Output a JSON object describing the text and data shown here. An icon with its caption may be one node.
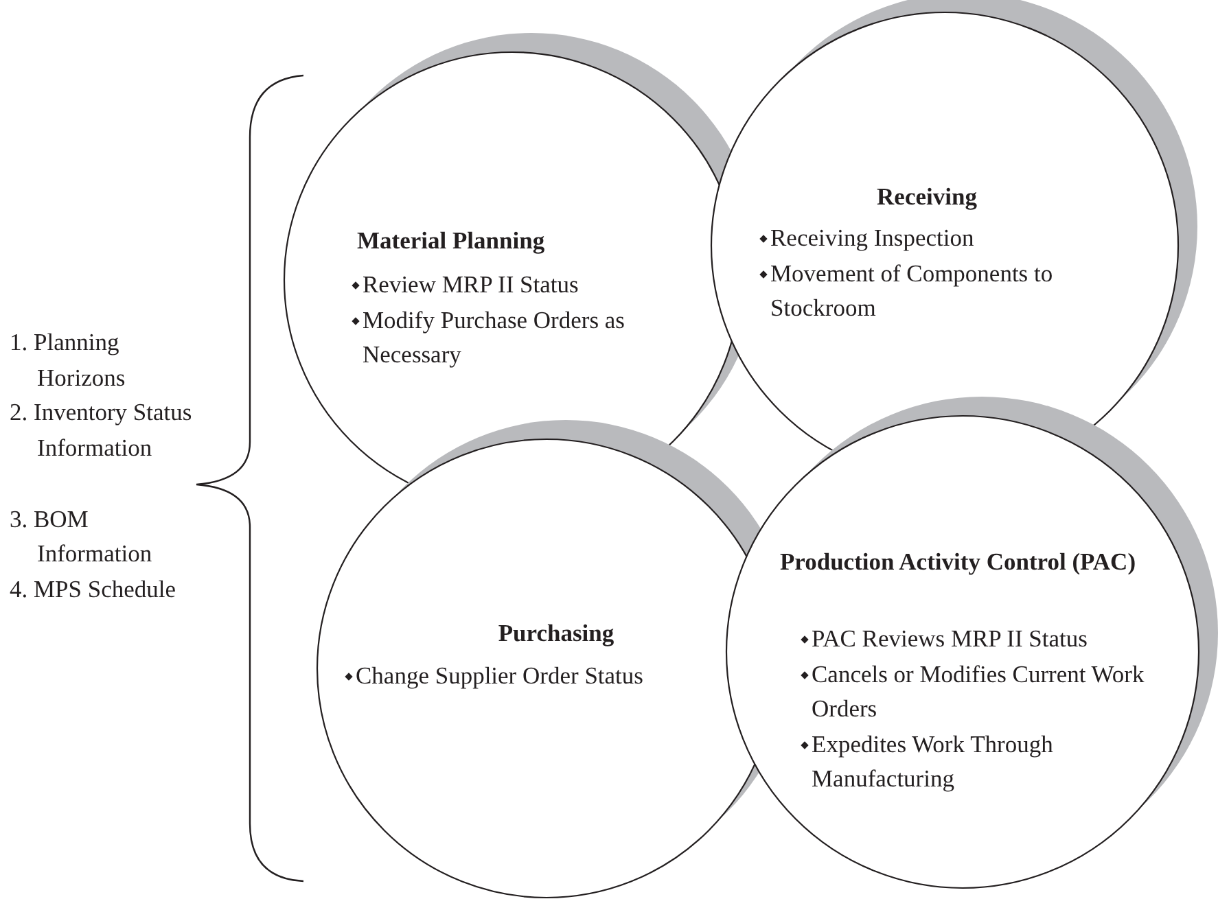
{
  "diagram": {
    "nodes": [
      {
        "text": [
          "Material Planning",
          "Review MRP II Status",
          "Modify Purchase Orders as Necessary"
        ]
      },
      {
        "text": [
          "Receiving",
          "Receiving Inspection",
          "Movement of Components to Stockroom"
        ]
      },
      {
        "text": [
          "Purchasing",
          "Change Supplier Order Status"
        ]
      },
      {
        "text": [
          "Production Activity Control (PAC)",
          "PAC Reviews MRP II Status",
          "Cancels or Modifies Current Work Orders",
          "Expedites Work Through Manufacturing"
        ]
      }
    ],
    "labels": [
      "1. Planning Horizons",
      "2. Inventory Status Information",
      "3. BOM Information",
      "4. MPS Schedule"
    ]
  }
}
